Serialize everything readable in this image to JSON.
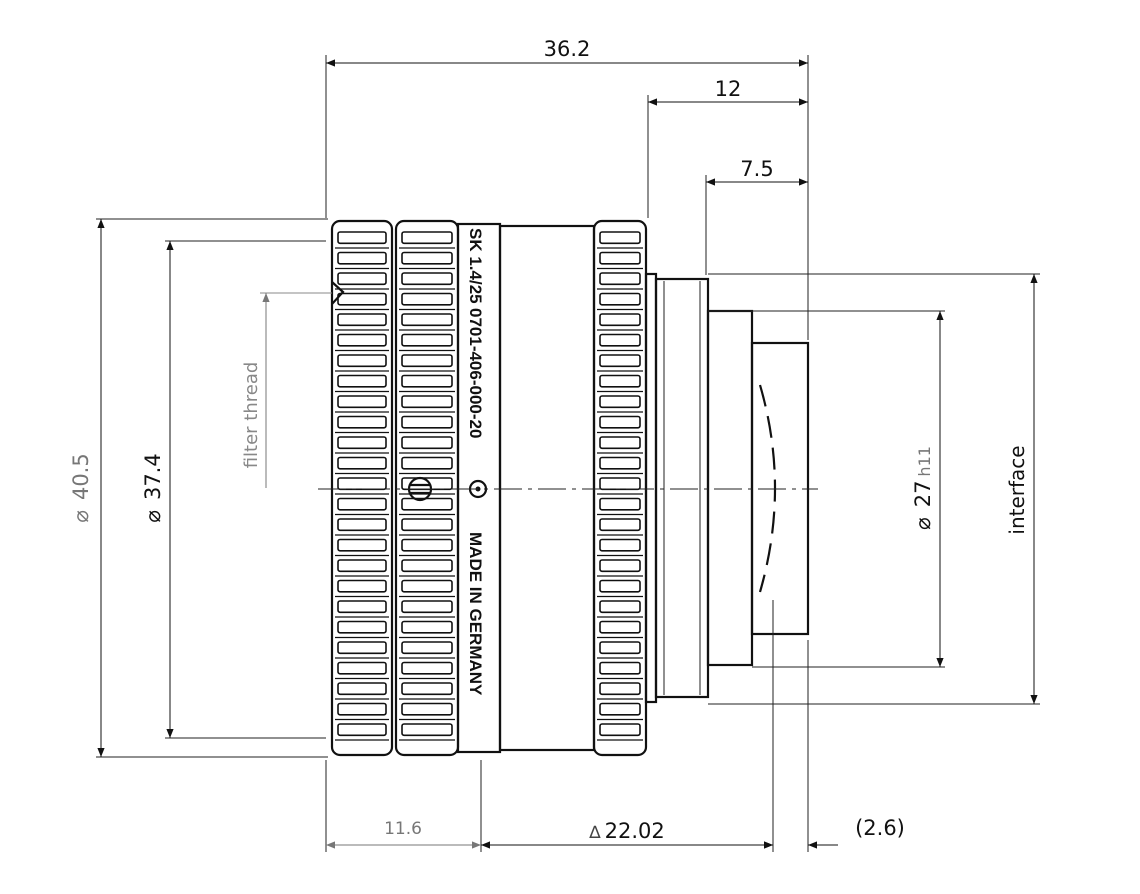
{
  "dimensions": {
    "overall_length": "36.2",
    "mount_length": "12",
    "thread_length": "7.5",
    "outer_diameter_symbol": "⌀",
    "outer_diameter": "40.5",
    "knurl_diameter_symbol": "⌀",
    "knurl_diameter": "37.4",
    "flange_diameter_symbol": "⌀",
    "flange_diameter": "27",
    "flange_tolerance": "h11",
    "front_section": "11.6",
    "flange_focal_distance": "22.02",
    "delta_symbol": "∆",
    "back_protrusion": "(2.6)"
  },
  "labels": {
    "filter_thread": "filter thread",
    "interface": "interface"
  },
  "engraving": {
    "brand": "SK 1.4/25",
    "part_number": "0701-406-000-20",
    "origin": "MADE IN GERMANY"
  },
  "colors": {
    "line": "#111111",
    "secondary_dim": "#777777",
    "background": "#ffffff"
  }
}
